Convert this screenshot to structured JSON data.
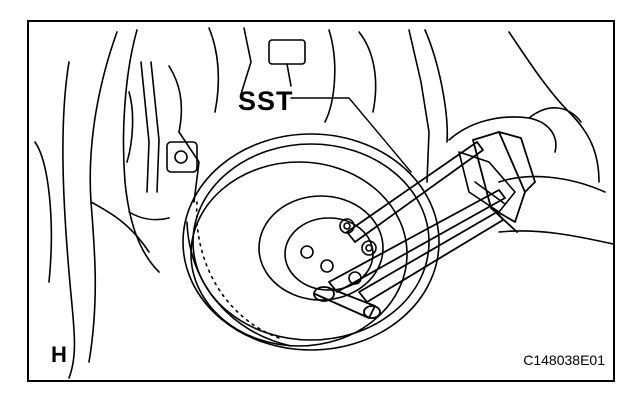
{
  "figure": {
    "callout_label": "SST",
    "view_letter": "H",
    "figure_code": "C148038E01"
  },
  "icons": {
    "drawing": "line-art-brake-disc-sst-tool"
  },
  "colors": {
    "ink": "#000000",
    "paper": "#ffffff"
  }
}
